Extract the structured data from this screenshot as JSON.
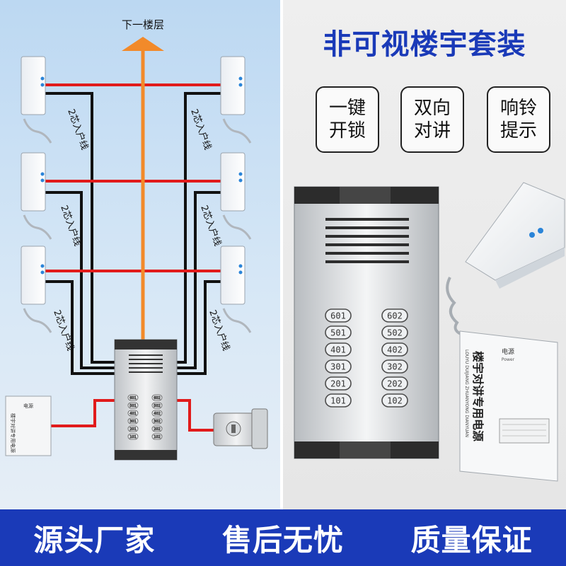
{
  "diagram": {
    "up_label": "下一楼层",
    "wire_label": "2芯入户线",
    "psu_small_lines": [
      "电源",
      "楼宇对讲专用电源"
    ],
    "unit_keys": [
      "601",
      "602",
      "501",
      "502",
      "401",
      "402",
      "301",
      "302",
      "201",
      "202",
      "101",
      "102"
    ],
    "colors": {
      "red": "#e11b1b",
      "orange": "#f28a2a",
      "black": "#111111"
    }
  },
  "product": {
    "title": "非可视楼宇套装",
    "features": [
      {
        "line1": "一键",
        "line2": "开锁"
      },
      {
        "line1": "双向",
        "line2": "对讲"
      },
      {
        "line1": "响铃",
        "line2": "提示"
      }
    ],
    "panel_keys": [
      "601",
      "602",
      "501",
      "502",
      "401",
      "402",
      "301",
      "302",
      "201",
      "202",
      "101",
      "102"
    ],
    "psu": {
      "header": "电源",
      "header_sub": "Power",
      "main_text": "楼宇对讲专用电源",
      "pinyin": "LOUYU DUIJIANG ZHUANYONG DIANYUAN"
    }
  },
  "banner": {
    "items": [
      "源头厂家",
      "售后无忧",
      "质量保证"
    ],
    "bg_color": "#1a3ab8"
  }
}
